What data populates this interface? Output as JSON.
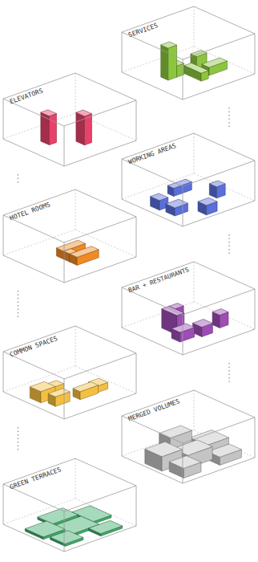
{
  "diagram": {
    "nodes": [
      {
        "text": [
          "SERVICES"
        ]
      },
      {
        "text": [
          "ELEVATORS"
        ]
      },
      {
        "text": [
          "WORKING AREAS"
        ]
      },
      {
        "text": [
          "HOTEL ROOMS"
        ]
      },
      {
        "text": [
          "BAR + RESTAURANTS"
        ]
      },
      {
        "text": [
          "COMMON SPACES"
        ]
      },
      {
        "text": [
          "MERGED VOLUMES"
        ]
      },
      {
        "text": [
          "GREEN TERRACES"
        ]
      }
    ],
    "edges": [
      {
        "from": 0,
        "to": 2,
        "arrow": "none"
      },
      {
        "from": 2,
        "to": 4,
        "arrow": "none"
      },
      {
        "from": 4,
        "to": 6,
        "arrow": "none"
      },
      {
        "from": 1,
        "to": 3,
        "arrow": "none"
      },
      {
        "from": 3,
        "to": 5,
        "arrow": "none"
      },
      {
        "from": 5,
        "to": 7,
        "arrow": "none"
      }
    ]
  }
}
